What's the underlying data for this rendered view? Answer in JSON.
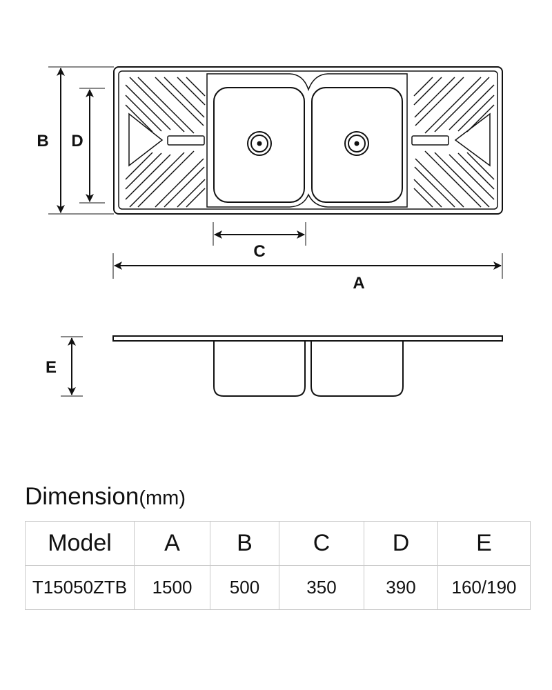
{
  "diagram": {
    "labels": {
      "a": "A",
      "b": "B",
      "c": "C",
      "d": "D",
      "e": "E"
    }
  },
  "dimension_table": {
    "title": "Dimension",
    "unit": "(mm)",
    "headers": [
      "Model",
      "A",
      "B",
      "C",
      "D",
      "E"
    ],
    "rows": [
      [
        "T15050ZTB",
        "1500",
        "500",
        "350",
        "390",
        "160/190"
      ]
    ]
  },
  "colors": {
    "line": "#111111",
    "grid": "#c9c9c9",
    "background": "#ffffff"
  }
}
